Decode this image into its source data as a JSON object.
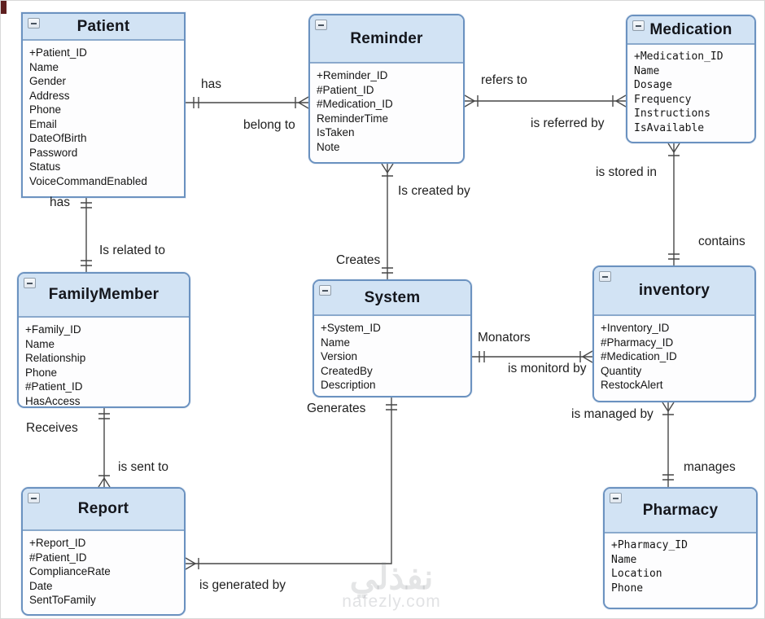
{
  "diagram_type": "entity-relationship-diagram",
  "colors": {
    "entity_header": "#d2e3f4",
    "entity_border": "#6b92c0",
    "entity_body": "#fdfdfe",
    "connector": "#474747",
    "label_text": "#1f1f1f"
  },
  "entities": [
    {
      "name": "Patient",
      "attributes": [
        "+Patient_ID",
        "Name",
        "Gender",
        "Address",
        "Phone",
        "Email",
        "DateOfBirth",
        "Password",
        "Status",
        "VoiceCommandEnabled"
      ]
    },
    {
      "name": "Reminder",
      "attributes": [
        "+Reminder_ID",
        "#Patient_ID",
        "#Medication_ID",
        "ReminderTime",
        "IsTaken",
        "Note"
      ]
    },
    {
      "name": "Medication",
      "attributes": [
        "+Medication_ID",
        "Name",
        "Dosage",
        "Frequency",
        "Instructions",
        "IsAvailable"
      ]
    },
    {
      "name": "FamilyMember",
      "attributes": [
        "+Family_ID",
        "Name",
        "Relationship",
        "Phone",
        "#Patient_ID",
        "HasAccess"
      ]
    },
    {
      "name": "System",
      "attributes": [
        "+System_ID",
        "Name",
        "Version",
        "CreatedBy",
        "Description"
      ]
    },
    {
      "name": "inventory",
      "attributes": [
        "+Inventory_ID",
        "#Pharmacy_ID",
        "#Medication_ID",
        "Quantity",
        "RestockAlert"
      ]
    },
    {
      "name": "Report",
      "attributes": [
        "+Report_ID",
        "#Patient_ID",
        "ComplianceRate",
        "Date",
        "SentToFamily"
      ]
    },
    {
      "name": "Pharmacy",
      "attributes": [
        "+Pharmacy_ID",
        "Name",
        "Location",
        "Phone"
      ]
    }
  ],
  "relationships": [
    {
      "from": "Patient",
      "to": "Reminder",
      "labels": [
        "has",
        "belong to"
      ]
    },
    {
      "from": "Reminder",
      "to": "Medication",
      "labels": [
        "refers to",
        "is referred by"
      ]
    },
    {
      "from": "Reminder",
      "to": "System",
      "labels": [
        "Is created by",
        "Creates"
      ]
    },
    {
      "from": "Medication",
      "to": "inventory",
      "labels": [
        "is stored in",
        "contains"
      ]
    },
    {
      "from": "Patient",
      "to": "FamilyMember",
      "labels": [
        "has",
        "Is related to"
      ]
    },
    {
      "from": "System",
      "to": "inventory",
      "labels": [
        "Monators",
        "is monitord by"
      ]
    },
    {
      "from": "FamilyMember",
      "to": "Report",
      "labels": [
        "Receives",
        "is sent to"
      ]
    },
    {
      "from": "inventory",
      "to": "Pharmacy",
      "labels": [
        "is managed by",
        "manages"
      ]
    },
    {
      "from": "Report",
      "to": "System",
      "labels": [
        "is generated by",
        "Generates"
      ]
    }
  ],
  "watermark": {
    "text_ar": "نفذلي",
    "text_en": "nafezly.com"
  }
}
